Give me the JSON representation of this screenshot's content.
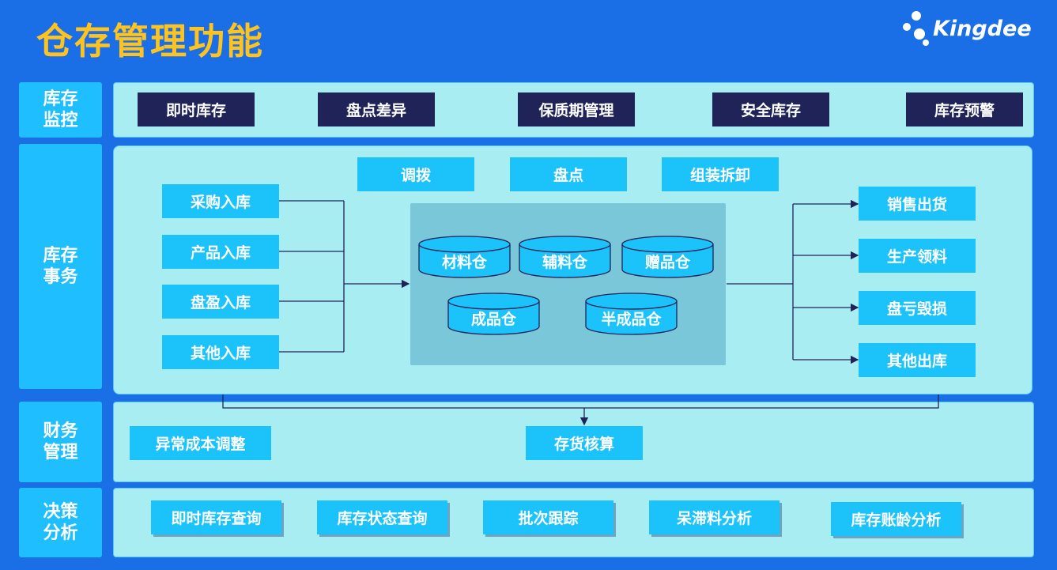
{
  "title": "仓存管理功能",
  "logo": {
    "text": "Kingdee"
  },
  "rows": {
    "monitor": "库存监控",
    "affairs": "库存事务",
    "finance": "财务管理",
    "decision": "决策分析"
  },
  "monitor_items": [
    "即时库存",
    "盘点差异",
    "保质期管理",
    "安全库存",
    "库存预警"
  ],
  "top_ops": [
    "调拨",
    "盘点",
    "组装拆卸"
  ],
  "inbound": [
    "采购入库",
    "产品入库",
    "盘盈入库",
    "其他入库"
  ],
  "warehouses": [
    "材料仓",
    "辅料仓",
    "赠品仓",
    "成品仓",
    "半成品仓"
  ],
  "outbound": [
    "销售出货",
    "生产领料",
    "盘亏毁损",
    "其他出库"
  ],
  "finance_items": [
    "异常成本调整",
    "存货核算"
  ],
  "decision_items": [
    "即时库存查询",
    "库存状态查询",
    "批次跟踪",
    "呆滞料分析",
    "库存账龄分析"
  ],
  "colors": {
    "background": "#1a6fe6",
    "title": "#ffc31f",
    "label": "#1fbfff",
    "panel": "#a8edf2",
    "dark_button": "#1f2358",
    "cyan_button": "#1cc3fb",
    "warehouse_area": "#79c7d9",
    "arrow": "#1f2358"
  }
}
